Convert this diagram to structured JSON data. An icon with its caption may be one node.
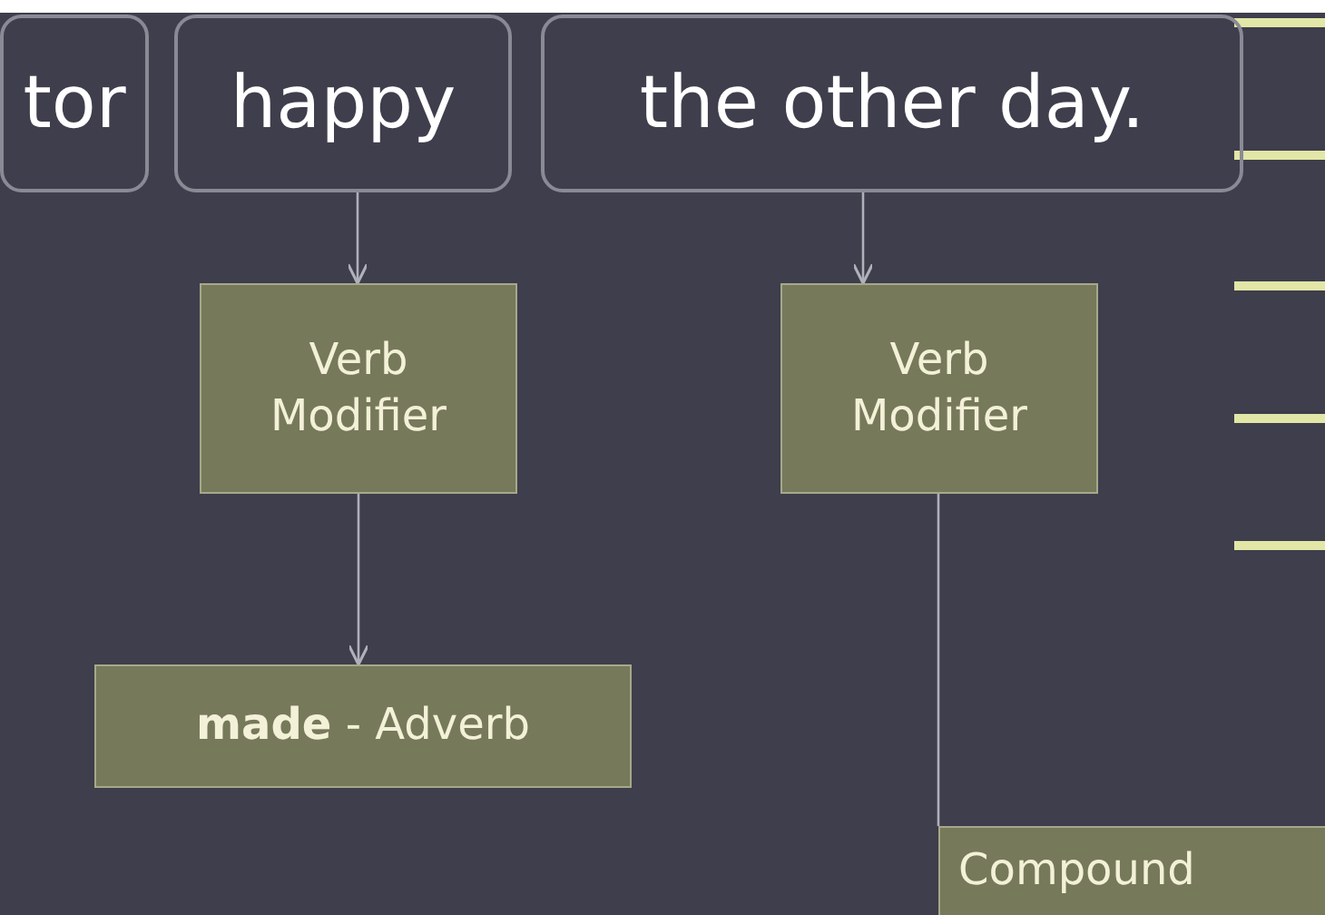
{
  "diagram": {
    "nodes": [
      {
        "text": [
          "tor"
        ]
      },
      {
        "text": [
          "happy"
        ]
      },
      {
        "text": [
          "the other day."
        ]
      },
      {
        "text": [
          "Verb Modifier"
        ]
      },
      {
        "text": [
          "Verb Modifier"
        ]
      },
      {
        "text": [
          "**made** - Adverb"
        ]
      },
      {
        "text": [
          "Compound"
        ]
      }
    ],
    "edges": [
      {
        "from": 1,
        "to": 3,
        "arrow": "to"
      },
      {
        "from": 3,
        "to": 5,
        "arrow": "to"
      },
      {
        "from": 2,
        "to": 4,
        "arrow": "to"
      },
      {
        "from": 4,
        "to": 6,
        "arrow": "none"
      }
    ]
  }
}
